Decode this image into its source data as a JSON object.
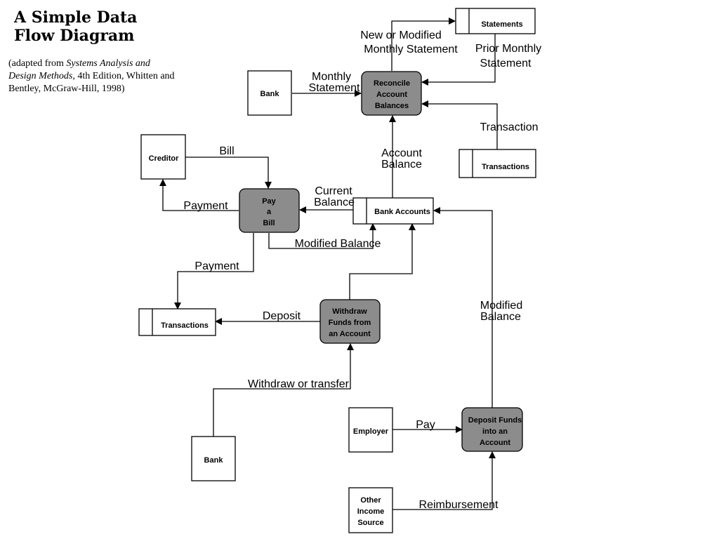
{
  "title": "A Simple Data Flow Diagram",
  "subtitle": {
    "prefix": "(adapted from ",
    "book": "Systems Analysis and Design Methods,",
    "suffix": " 4th Edition, Whitten and Bentley, McGraw-Hill, 1998)"
  },
  "processes": {
    "reconcile": [
      "Reconcile",
      "Account",
      "Balances"
    ],
    "pay_bill": [
      "Pay",
      "a",
      "Bill"
    ],
    "withdraw": [
      "Withdraw",
      "Funds from",
      "an Account"
    ],
    "deposit": [
      "Deposit Funds",
      "into an",
      "Account"
    ]
  },
  "entities": {
    "bank_top": "Bank",
    "creditor": "Creditor",
    "bank_bottom": "Bank",
    "employer": "Employer",
    "other_income": [
      "Other",
      "Income",
      "Source"
    ]
  },
  "stores": {
    "statements": "Statements",
    "transactions_top": "Transactions",
    "bank_accounts": "Bank Accounts",
    "transactions_left": "Transactions"
  },
  "flows": {
    "new_modified_statement": [
      "New or Modified",
      "Monthly Statement"
    ],
    "prior_monthly_statement": [
      "Prior Monthly",
      "Statement"
    ],
    "monthly_statement": [
      "Monthly",
      "Statement"
    ],
    "transaction": "Transaction",
    "account_balance": [
      "Account",
      "Balance"
    ],
    "bill": "Bill",
    "payment_creditor": "Payment",
    "current_balance": [
      "Current",
      "Balance"
    ],
    "modified_balance_left": "Modified Balance",
    "payment_transactions": "Payment",
    "deposit_flow": "Deposit",
    "withdraw_or_transfer": "Withdraw or transfer",
    "modified_balance_right": [
      "Modified",
      "Balance"
    ],
    "pay": "Pay",
    "reimbursement": "Reimbursement"
  },
  "colors": {
    "process_fill": "#8c8c8c",
    "stroke": "#000000",
    "entity_fill": "#ffffff"
  }
}
